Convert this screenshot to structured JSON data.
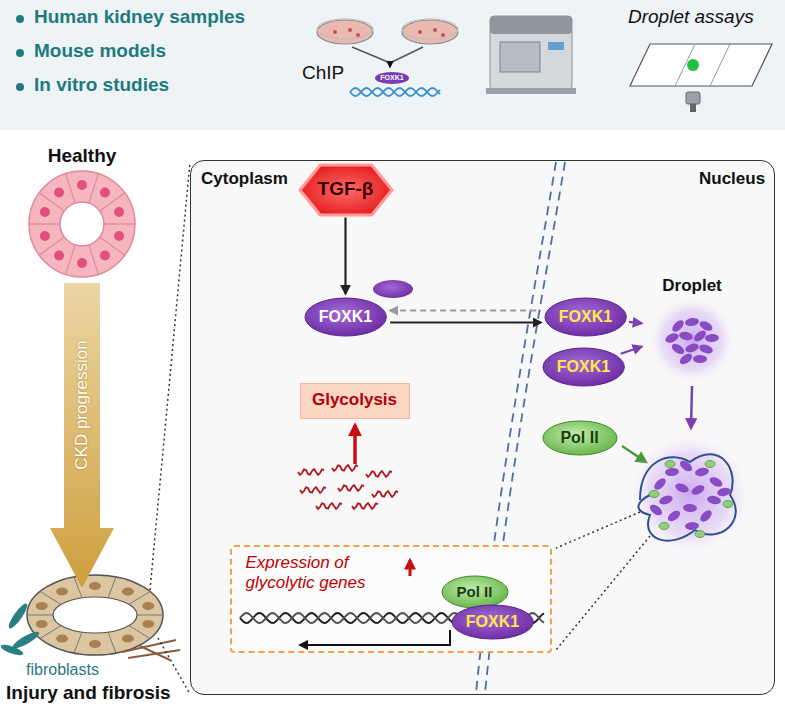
{
  "diagram": {
    "nodes": [
      {
        "text": [
          "CKD progression"
        ]
      },
      {
        "text": [
          "Cytoplasm",
          "Nucleus"
        ]
      },
      {
        "text": [
          "TGF-β"
        ],
        "in": 1
      },
      {
        "text": [
          "FOXK1"
        ],
        "in": 1
      },
      {
        "text": [
          "FOXK1"
        ],
        "in": 1
      },
      {
        "text": [
          "FOXK1"
        ],
        "in": 1
      },
      {
        "text": [
          "Droplet"
        ],
        "in": 1
      },
      {
        "text": [
          "Pol II"
        ],
        "in": 1
      },
      {
        "text": [
          "Glycolysis"
        ],
        "in": 1
      },
      {
        "text": [
          "Expression of glycolytic genes"
        ],
        "in": 1
      },
      {
        "text": [
          "Pol II"
        ],
        "in": 9
      },
      {
        "text": [
          "FOXK1"
        ],
        "in": 9
      }
    ],
    "edges": [
      {
        "from": 2,
        "to": 3,
        "arrow": "to"
      },
      {
        "from": 3,
        "to": 4,
        "arrow": "both"
      },
      {
        "from": 4,
        "to": 6,
        "arrow": "to"
      },
      {
        "from": 5,
        "to": 6,
        "arrow": "to"
      }
    ],
    "labels": [
      "Human kidney samples",
      "Mouse models",
      "In vitro studies",
      "ChIP",
      "FOXK1",
      "Droplet assays",
      "Healthy",
      "fibroblasts",
      "Injury and fibrosis"
    ]
  }
}
